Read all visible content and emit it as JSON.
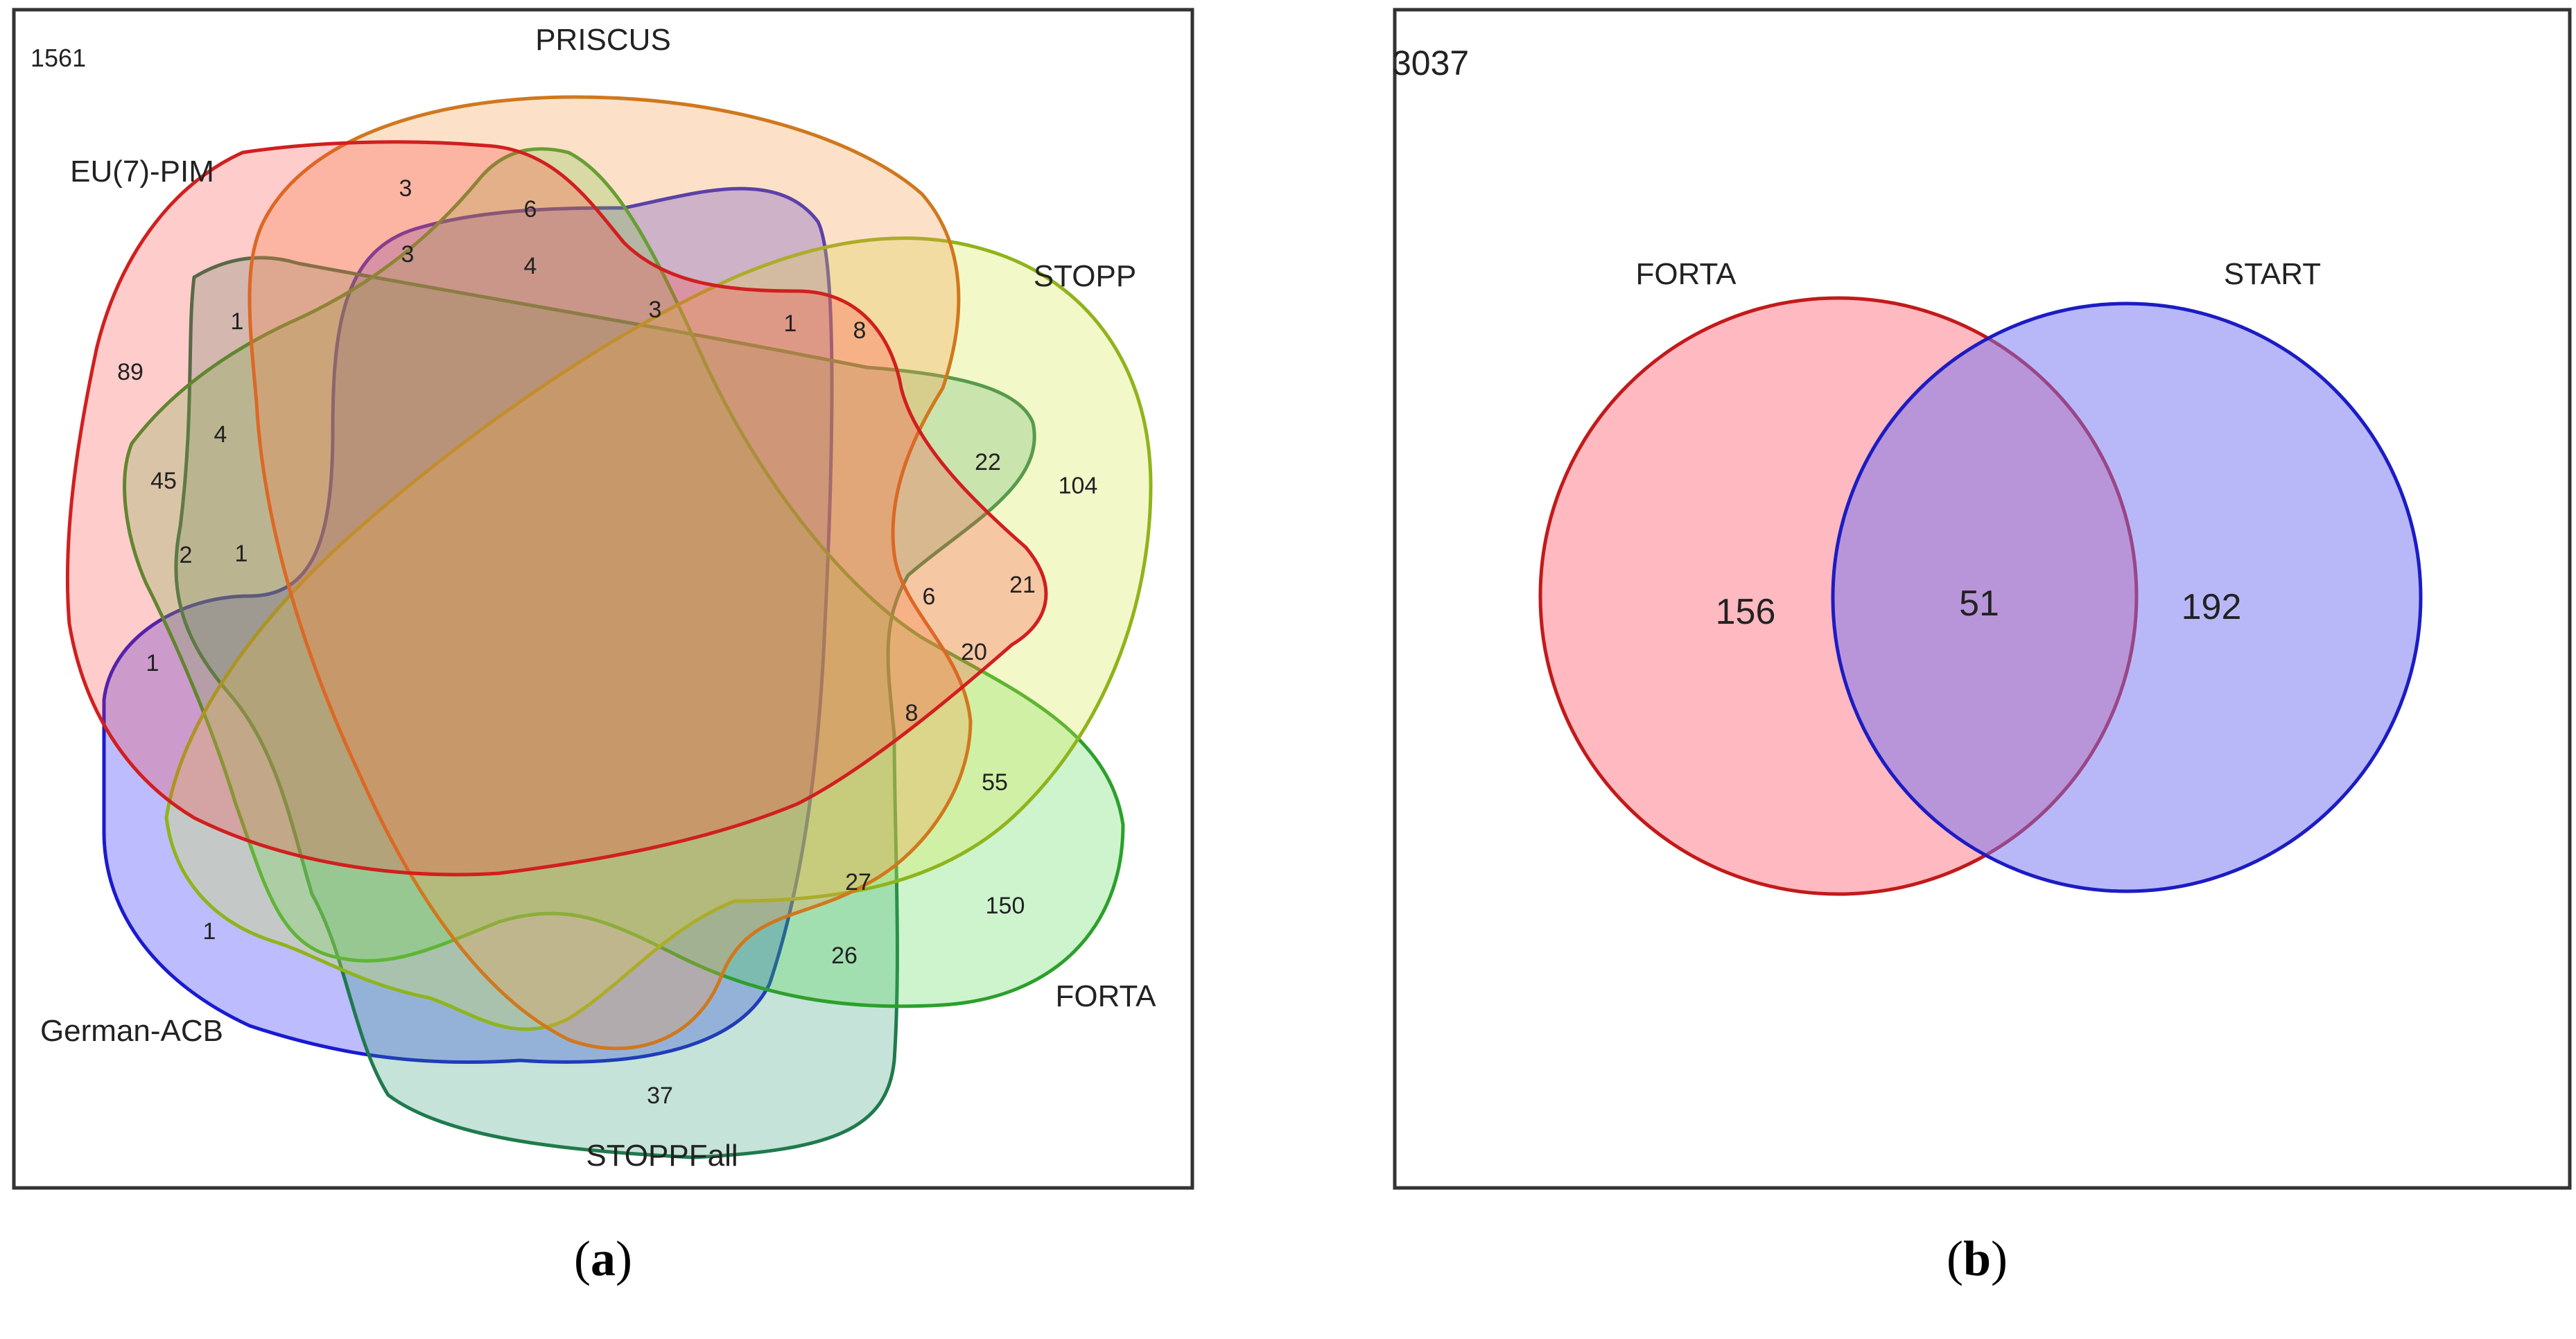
{
  "panel_a": {
    "outside_count": "1561",
    "caption_letter": "a",
    "sets": [
      {
        "key": "eu7pim",
        "name": "EU(7)-PIM",
        "color": "#d11f1f"
      },
      {
        "key": "priscus",
        "name": "PRISCUS",
        "color": "#d0781e"
      },
      {
        "key": "stopp",
        "name": "STOPP",
        "color": "#8fb41c"
      },
      {
        "key": "forta",
        "name": "FORTA",
        "color": "#2ca02c"
      },
      {
        "key": "stoppfall",
        "name": "STOPPFall",
        "color": "#1f7a4c"
      },
      {
        "key": "acb",
        "name": "German-ACB",
        "color": "#1a1ad1"
      }
    ],
    "region_counts": [
      "3",
      "6",
      "3",
      "4",
      "3",
      "1",
      "8",
      "1",
      "89",
      "4",
      "45",
      "2",
      "1",
      "1",
      "22",
      "104",
      "6",
      "21",
      "20",
      "8",
      "55",
      "150",
      "27",
      "26",
      "1",
      "37"
    ]
  },
  "panel_b": {
    "outside_count": "3037",
    "caption_letter": "b",
    "sets": [
      {
        "key": "forta",
        "name": "FORTA",
        "color": "#c21a1a",
        "fill": "#ffb3b8"
      },
      {
        "key": "start",
        "name": "START",
        "color": "#1c1cc4",
        "fill": "#b0b0f8"
      }
    ],
    "counts": {
      "forta_only": "156",
      "both": "51",
      "start_only": "192"
    }
  }
}
